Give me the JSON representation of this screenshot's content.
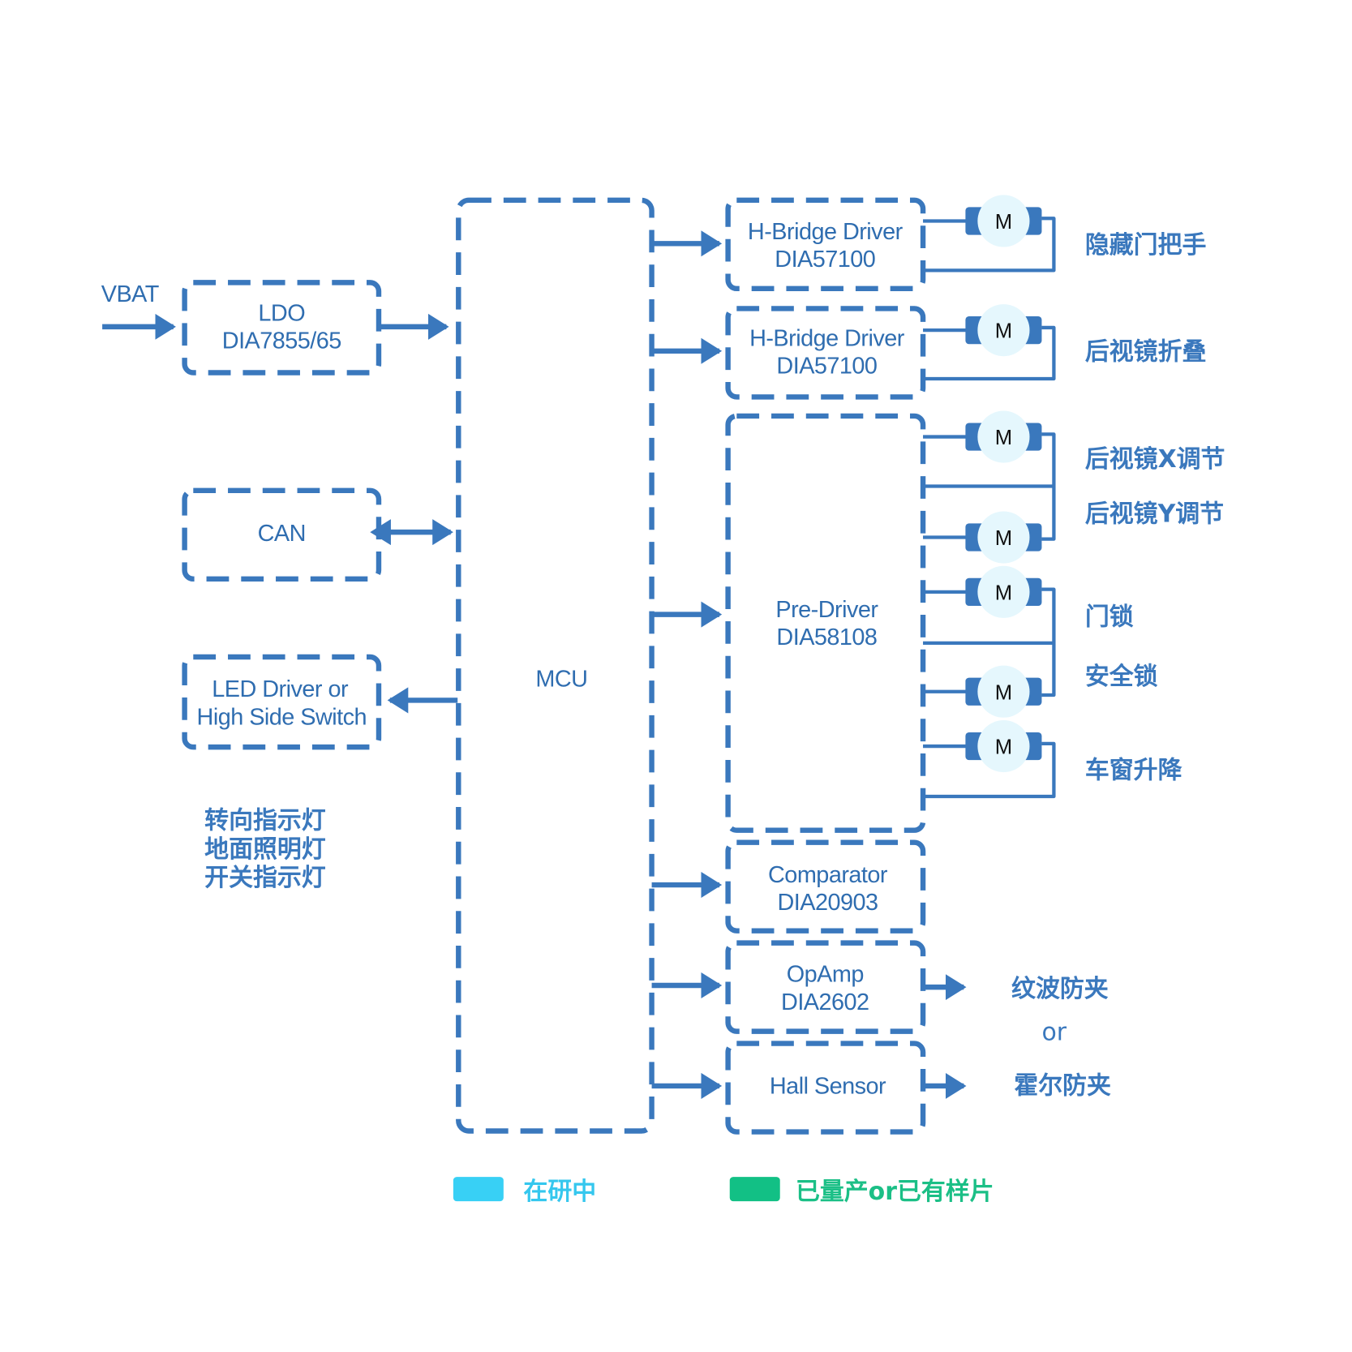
{
  "colors": {
    "border": "#3a78bd",
    "text": "#2f6db0",
    "in_development_fill": "#e5f7fd",
    "existing_fill": "#eeeeee",
    "legend_in_development": "#38d0f5",
    "legend_mass_production": "#12c085"
  },
  "input": {
    "label": "VBAT"
  },
  "blocks": {
    "ldo": {
      "line1": "LDO",
      "line2": "DIA7855/65",
      "status": "in-development"
    },
    "can": {
      "line1": "CAN",
      "status": "existing"
    },
    "led": {
      "line1": "LED Driver or",
      "line2": "High Side Switch",
      "status": "existing"
    },
    "mcu": {
      "line1": "MCU",
      "status": "existing"
    },
    "hbridge1": {
      "line1": "H-Bridge Driver",
      "line2": "DIA57100",
      "status": "in-development"
    },
    "hbridge2": {
      "line1": "H-Bridge Driver",
      "line2": "DIA57100",
      "status": "in-development"
    },
    "predriver": {
      "line1": "Pre-Driver",
      "line2": "DIA58108",
      "status": "in-development"
    },
    "comparator": {
      "line1": "Comparator",
      "line2": "DIA20903",
      "status": "in-development"
    },
    "opamp": {
      "line1": "OpAmp",
      "line2": "DIA2602",
      "status": "in-development"
    },
    "hall": {
      "line1": "Hall Sensor",
      "status": "existing"
    }
  },
  "led_functions": [
    "转向指示灯",
    "地面照明灯",
    "开关指示灯"
  ],
  "motor_label": "M",
  "motor_functions": {
    "hidden_handle": "隐藏门把手",
    "mirror_fold": "后视镜折叠",
    "mirror_x": "后视镜X调节",
    "mirror_y": "后视镜Y调节",
    "door_lock": "门锁",
    "safety_lock": "安全锁",
    "window_lift": "车窗升降"
  },
  "anti_pinch": {
    "ripple": "纹波防夹",
    "or": "or",
    "hall": "霍尔防夹"
  },
  "legend": {
    "in_development": "在研中",
    "mass_production": "已量产or已有样片"
  }
}
